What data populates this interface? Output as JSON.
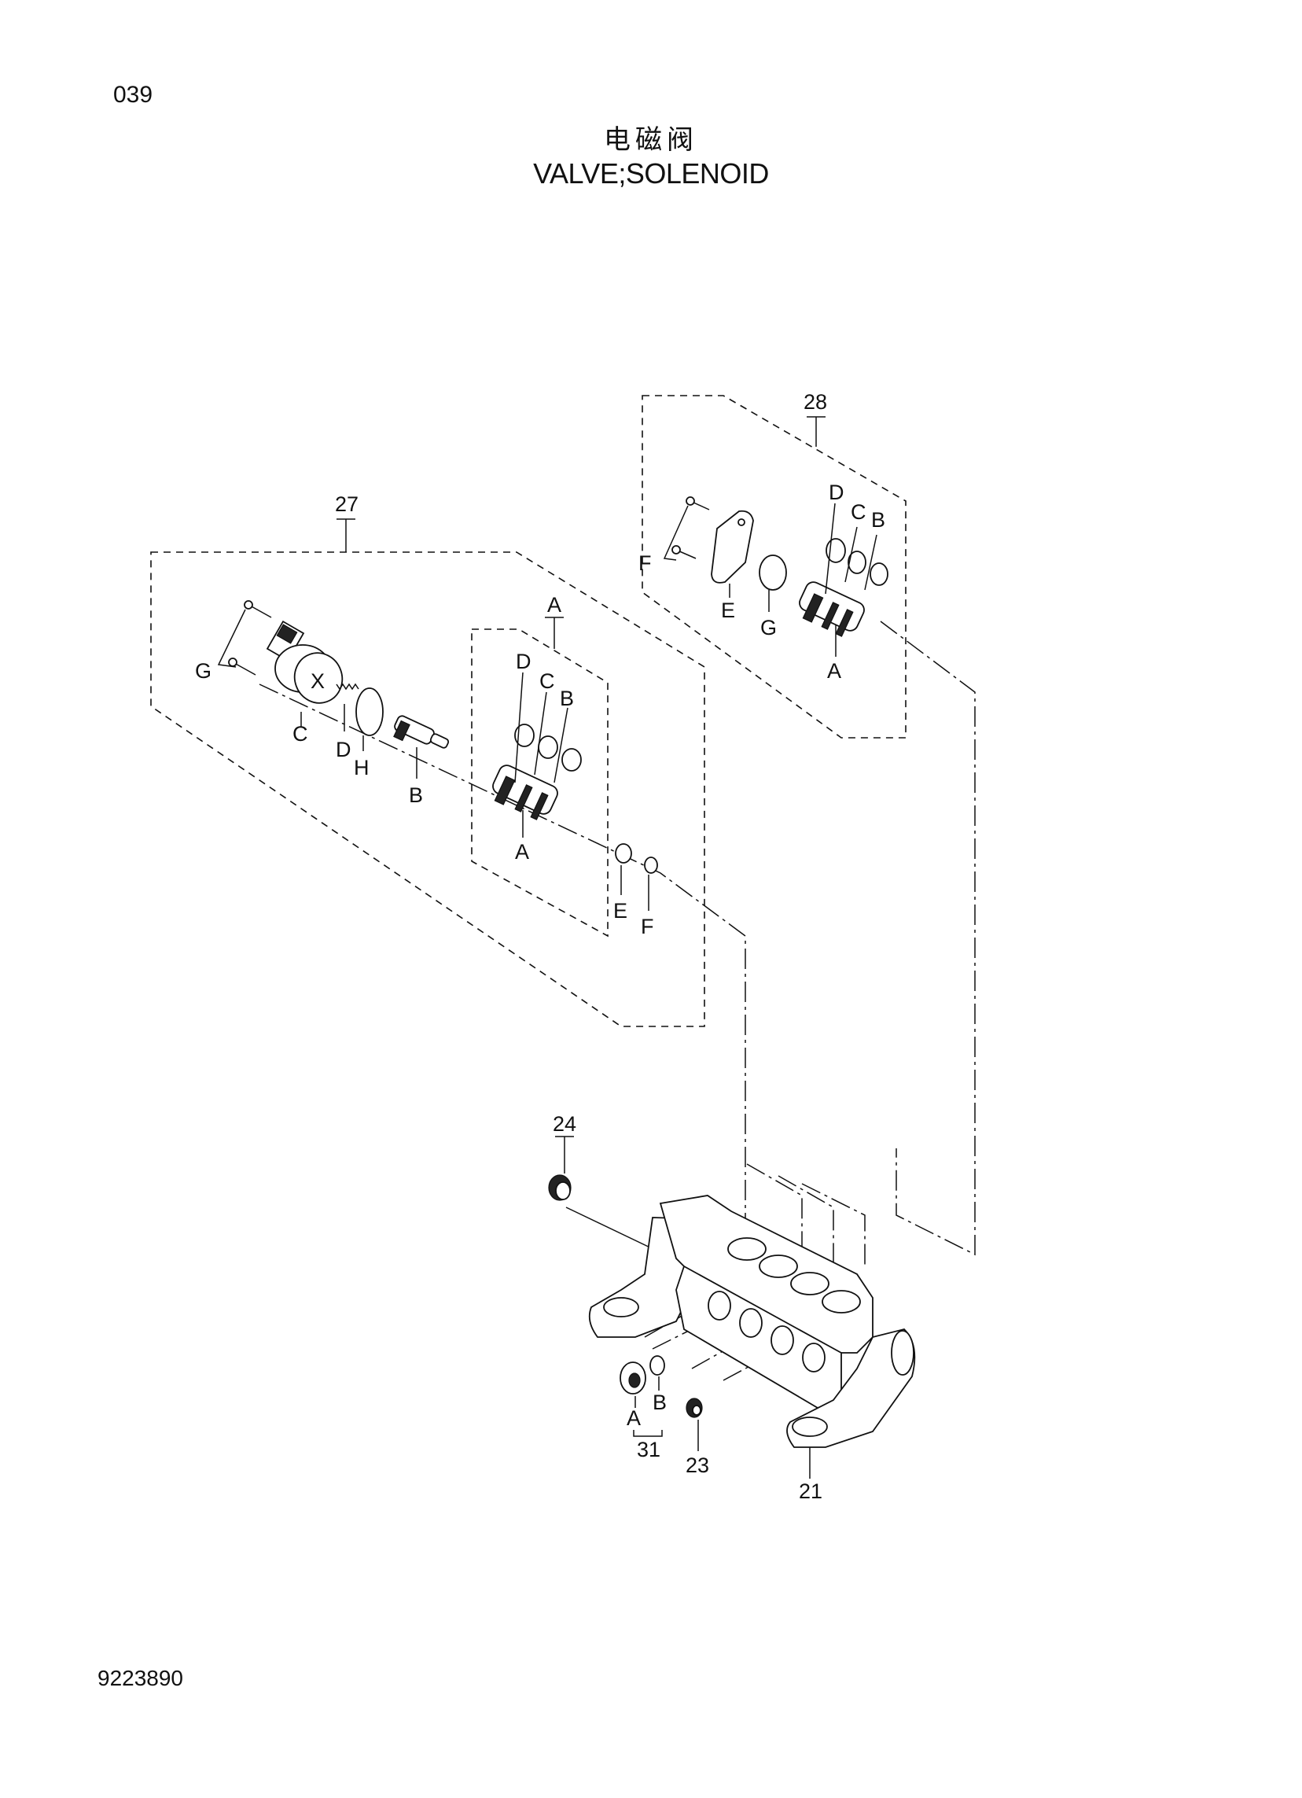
{
  "page_number": "039",
  "title_cn": "电磁阀",
  "title_en": "VALVE;SOLENOID",
  "document_number": "9223890",
  "callouts": {
    "assy_27": "27",
    "assy_28": "28",
    "part_24": "24",
    "part_23": "23",
    "part_21": "21",
    "part_31": "31",
    "a27_G": "G",
    "a27_C": "C",
    "a27_D": "D",
    "a27_H": "H",
    "a27_B": "B",
    "a27_E": "E",
    "a27_F": "F",
    "sub_A": "A",
    "sub_A_bottom": "A",
    "sub_D": "D",
    "sub_C": "C",
    "sub_B": "B",
    "a28_F": "F",
    "a28_E": "E",
    "a28_G": "G",
    "a28_A": "A",
    "a28_D": "D",
    "a28_C": "C",
    "a28_B": "B",
    "p31_A": "A",
    "p31_B": "B"
  }
}
